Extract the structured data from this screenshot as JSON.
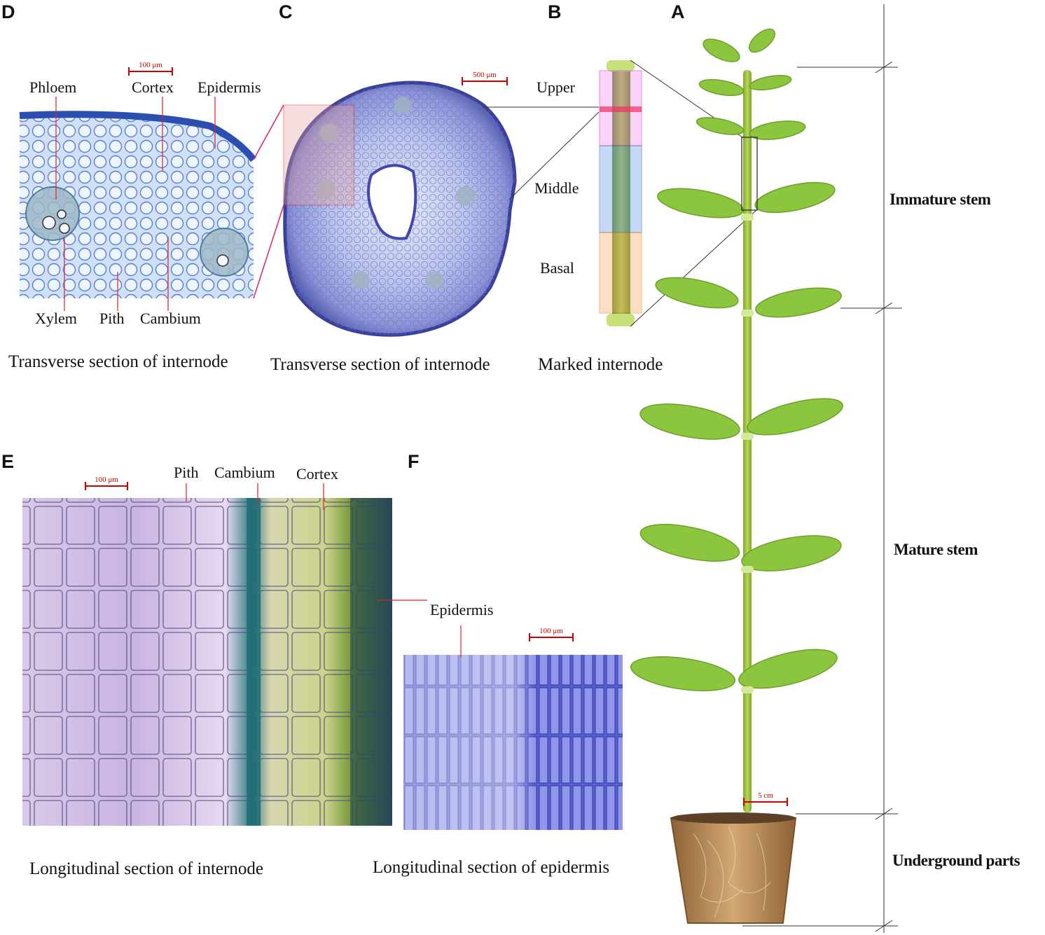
{
  "panels": {
    "A": "A",
    "B": "B",
    "C": "C",
    "D": "D",
    "E": "E",
    "F": "F"
  },
  "panel_d": {
    "labels": {
      "phloem": "Phloem",
      "cortex": "Cortex",
      "epidermis": "Epidermis",
      "xylem": "Xylem",
      "pith": "Pith",
      "cambium": "Cambium"
    },
    "scale": "100 μm",
    "caption": "Transverse section of  internode"
  },
  "panel_c": {
    "scale": "500 μm",
    "caption": "Transverse section of  internode"
  },
  "panel_b": {
    "labels": {
      "upper": "Upper",
      "middle": "Middle",
      "basal": "Basal"
    },
    "caption": "Marked internode"
  },
  "panel_a": {
    "scale": "5 cm",
    "regions": {
      "immature": "Immature stem",
      "mature": "Mature stem",
      "underground": "Underground parts"
    }
  },
  "panel_e": {
    "labels": {
      "pith": "Pith",
      "cambium": "Cambium",
      "cortex": "Cortex"
    },
    "scale": "100 μm",
    "caption": "Longitudinal section of  internode"
  },
  "panel_f": {
    "labels": {
      "epidermis": "Epidermis"
    },
    "scale": "100 μm",
    "caption": "Longitudinal section of  epidermis"
  },
  "colors": {
    "scale_bar": "#d00000",
    "leaf": "#8cc63f",
    "stem": "#9cc23a",
    "stain": "#5a5fc8",
    "pot": "#b98a5a"
  }
}
